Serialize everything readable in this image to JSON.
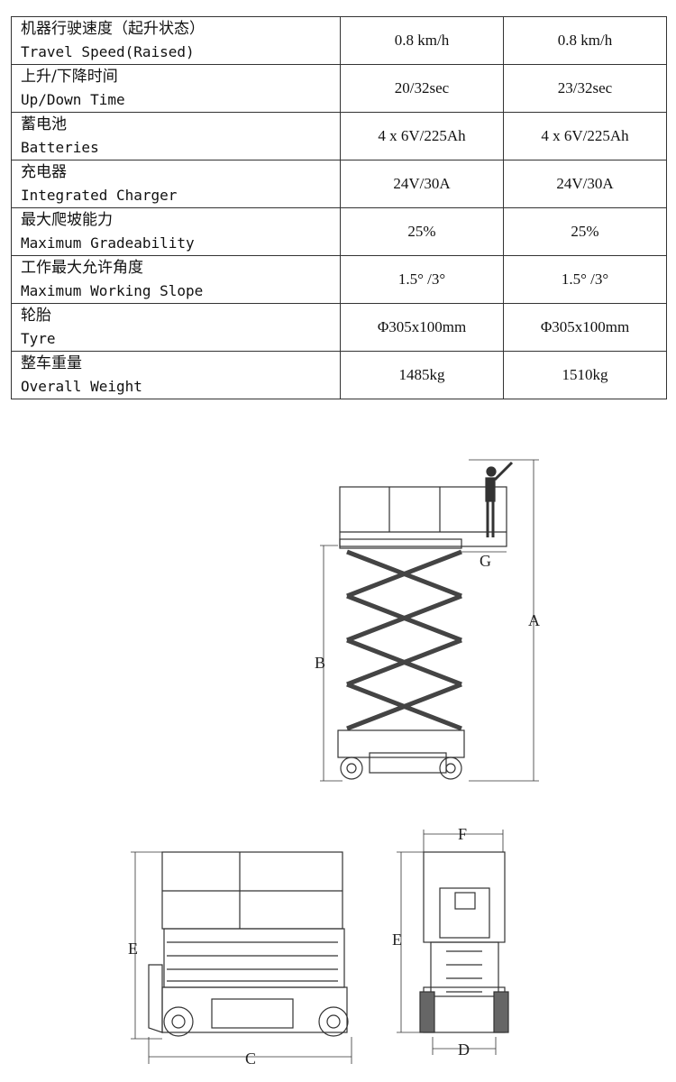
{
  "specs": [
    {
      "zh": "机器行驶速度（起升状态）",
      "en": "Travel Speed(Raised)",
      "v1": "0.8 km/h",
      "v2": "0.8 km/h"
    },
    {
      "zh": "上升/下降时间",
      "en": "Up/Down Time",
      "v1": "20/32sec",
      "v2": "23/32sec"
    },
    {
      "zh": "蓄电池",
      "en": "Batteries",
      "v1": "4 x 6V/225Ah",
      "v2": "4 x 6V/225Ah"
    },
    {
      "zh": "充电器",
      "en": "Integrated Charger",
      "v1": "24V/30A",
      "v2": "24V/30A"
    },
    {
      "zh": "最大爬坡能力",
      "en": "Maximum Gradeability",
      "v1": "25%",
      "v2": "25%"
    },
    {
      "zh": "工作最大允许角度",
      "en": "Maximum Working Slope",
      "v1": "1.5° /3°",
      "v2": "1.5° /3°"
    },
    {
      "zh": "轮胎",
      "en": "Tyre",
      "v1": "Φ305x100mm",
      "v2": "Φ305x100mm"
    },
    {
      "zh": "整车重量",
      "en": "Overall Weight",
      "v1": "1485kg",
      "v2": "1510kg"
    }
  ],
  "drawing": {
    "labels": {
      "A": "A",
      "B": "B",
      "C": "C",
      "D": "D",
      "E": "E",
      "F": "F",
      "G": "G"
    }
  }
}
